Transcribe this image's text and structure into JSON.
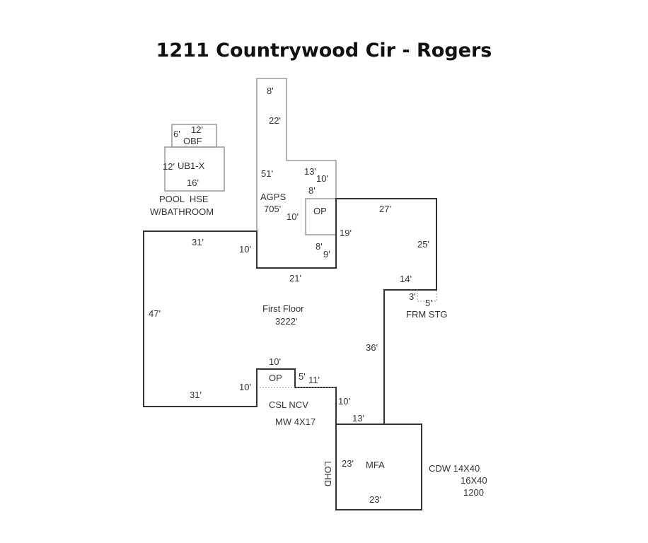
{
  "title": "1211 Countrywood Cir - Rogers",
  "labels": {
    "agps_top": "8'",
    "agps_22": "22'",
    "agps_51": "51'",
    "agps_13": "13'",
    "agps_10a": "10'",
    "agps_8": "8'",
    "agps_name": "AGPS",
    "agps_area": "705'",
    "agps_10b": "10'",
    "op_top": "OP",
    "op_19": "19'",
    "op_8": "8'",
    "op_9": "9'",
    "obf_12": "12'",
    "obf_6": "6'",
    "obf_name": "OBF",
    "ub_12": "12'",
    "ub_name": "UB1-X",
    "ub_16": "16'",
    "pool_line1": "POOL  HSE",
    "pool_line2": "W/BATHROOM",
    "ff_31_top": "31'",
    "ff_10_left": "10'",
    "ff_21": "21'",
    "ff_27": "27'",
    "ff_25": "25'",
    "ff_14": "14'",
    "ff_47": "47'",
    "ff_name": "First Floor",
    "ff_area": "3222'",
    "frm_3": "3'",
    "frm_5": "5'",
    "frm_name": "FRM STG",
    "ff_36": "36'",
    "op2_10_top": "10'",
    "op2_name": "OP",
    "op2_5": "5'",
    "op2_11": "11'",
    "op2_10_left": "10'",
    "ff_31_bot": "31'",
    "csl": "CSL NCV",
    "mw": "MW 4X17",
    "ff_10_right": "10'",
    "ff_13": "13'",
    "mfa_23_left": "23'",
    "mfa_name": "MFA",
    "mfa_23_bot": "23'",
    "lohd": "LOHD",
    "cdw1": "CDW 14X40",
    "cdw2": "16X40",
    "cdw3": "1200"
  }
}
